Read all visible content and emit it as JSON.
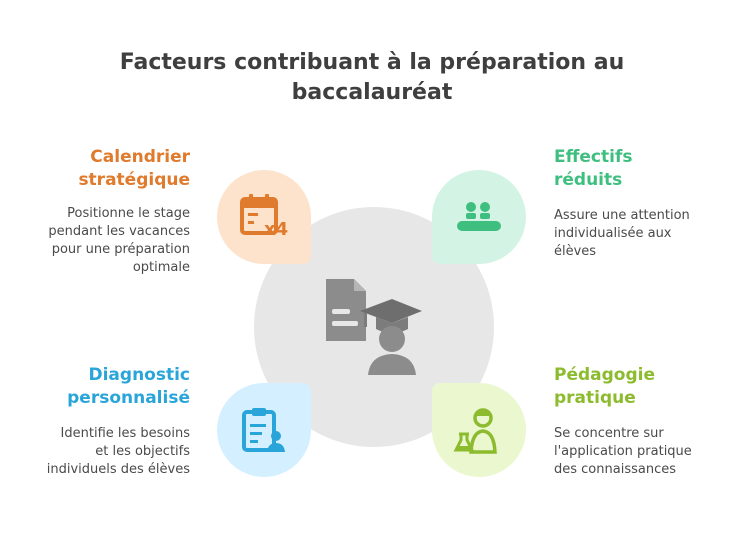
{
  "title": {
    "line1": "Facteurs contribuant à la préparation au",
    "line2": "baccalauréat"
  },
  "items": [
    {
      "heading_lines": [
        "Calendrier",
        "stratégique"
      ],
      "desc_lines": [
        "Positionne le stage",
        "pendant les vacances",
        "pour une préparation",
        "optimale"
      ],
      "color": "#e07a2c",
      "icon": "calendar-x4-icon"
    },
    {
      "heading_lines": [
        "Effectifs",
        "réduits"
      ],
      "desc_lines": [
        "Assure une attention",
        "individualisée aux",
        "élèves"
      ],
      "color": "#3fbf7f",
      "icon": "small-group-icon"
    },
    {
      "heading_lines": [
        "Diagnostic",
        "personnalisé"
      ],
      "desc_lines": [
        "Identifie les besoins",
        "et les objectifs",
        "individuels des élèves"
      ],
      "color": "#2aa5d9",
      "icon": "clipboard-user-icon"
    },
    {
      "heading_lines": [
        "Pédagogie",
        "pratique"
      ],
      "desc_lines": [
        "Se concentre sur",
        "l'application pratique",
        "des connaissances"
      ],
      "color": "#8cbb2e",
      "icon": "scientist-flask-icon"
    }
  ],
  "center": {
    "icon": "diploma-graduate-icon"
  }
}
